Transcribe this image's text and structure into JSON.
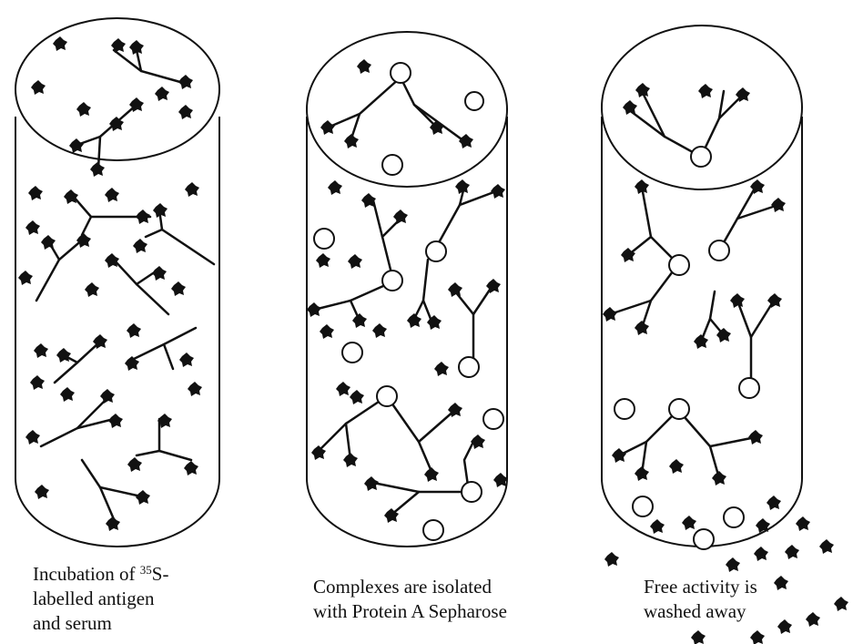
{
  "colors": {
    "ink": "#111111",
    "background": "#ffffff"
  },
  "captions": {
    "step1": {
      "line1_pre": "Incubation of ",
      "line1_sup": "35",
      "line1_post": "S-",
      "line2": "labelled antigen",
      "line3": "and serum"
    },
    "step2": {
      "line1": "Complexes are isolated",
      "line2": "with Protein A Sepharose"
    },
    "step3": {
      "line1": "Free activity is",
      "line2": "washed away"
    }
  }
}
